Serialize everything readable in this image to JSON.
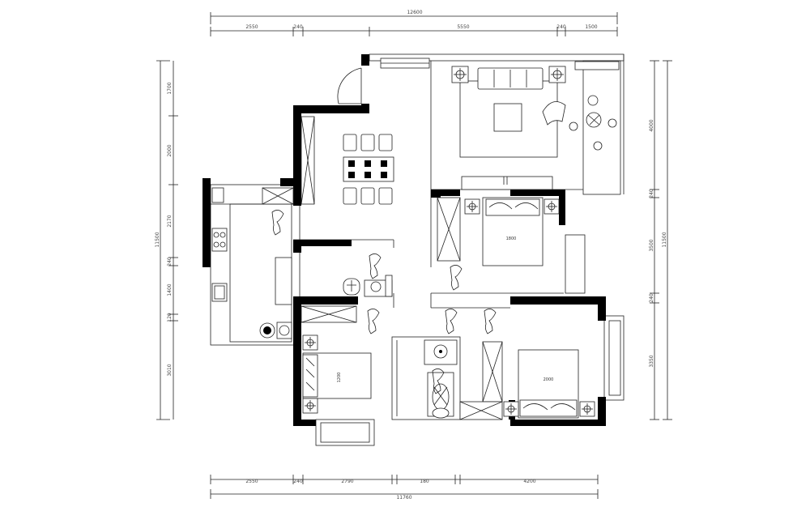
{
  "dimensions": {
    "top_overall": "12600",
    "top_segments": [
      "2550",
      "240",
      "5550",
      "240",
      "1500"
    ],
    "bottom_segments": [
      "2550",
      "240",
      "2790",
      "180",
      "4200"
    ],
    "bottom_overall": "11760",
    "left_overall": "11500",
    "left_segments": [
      "1700",
      "2000",
      "2170",
      "240",
      "1400",
      "120",
      "3010"
    ],
    "right_overall": "11500",
    "right_segments": [
      "4000",
      "240",
      "3500",
      "240",
      "3350"
    ]
  },
  "rooms": {
    "master_bedroom_bed": "2000",
    "second_bedroom_bed": "1800",
    "third_bedroom_bed": "1200"
  },
  "colors": {
    "wall": "#000000",
    "line": "#222222",
    "background": "#ffffff"
  }
}
